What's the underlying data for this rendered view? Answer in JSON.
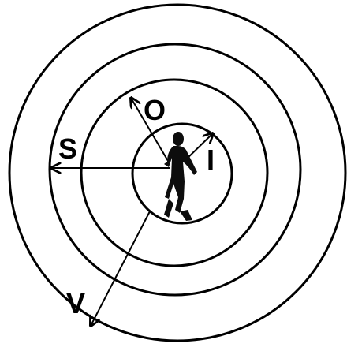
{
  "diagram": {
    "zones": [
      {
        "key": "inner",
        "label": "I"
      },
      {
        "key": "outer",
        "label": "O"
      },
      {
        "key": "social",
        "label": "S"
      },
      {
        "key": "visual",
        "label": "V"
      }
    ],
    "center_icon": "walking-person-icon",
    "colors": {
      "background": "#ffffff",
      "stroke": "#000000",
      "figure": "#0d0d0d"
    }
  }
}
